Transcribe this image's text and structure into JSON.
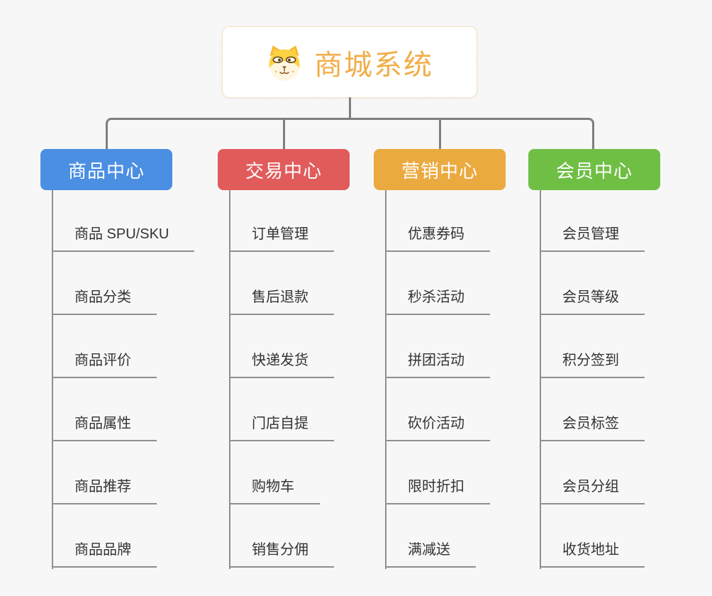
{
  "root": {
    "title": "商城系统",
    "icon": "dog-face-icon"
  },
  "branches": [
    {
      "label": "商品中心",
      "color": "#4b8fe2",
      "items": [
        "商品 SPU/SKU",
        "商品分类",
        "商品评价",
        "商品属性",
        "商品推荐",
        "商品品牌"
      ]
    },
    {
      "label": "交易中心",
      "color": "#e25b5b",
      "items": [
        "订单管理",
        "售后退款",
        "快递发货",
        "门店自提",
        "购物车",
        "销售分佣"
      ]
    },
    {
      "label": "营销中心",
      "color": "#ebaa3f",
      "items": [
        "优惠券码",
        "秒杀活动",
        "拼团活动",
        "砍价活动",
        "限时折扣",
        "满减送"
      ]
    },
    {
      "label": "会员中心",
      "color": "#6fbf45",
      "items": [
        "会员管理",
        "会员等级",
        "积分签到",
        "会员标签",
        "会员分组",
        "收货地址"
      ]
    }
  ],
  "colors": {
    "background": "#f7f7f7",
    "connector": "#7f7f7f",
    "subtopic_line": "#8f8f8f",
    "subtopic_text": "#333333",
    "root_title": "#f0ae49",
    "root_border": "#f0c47e"
  }
}
